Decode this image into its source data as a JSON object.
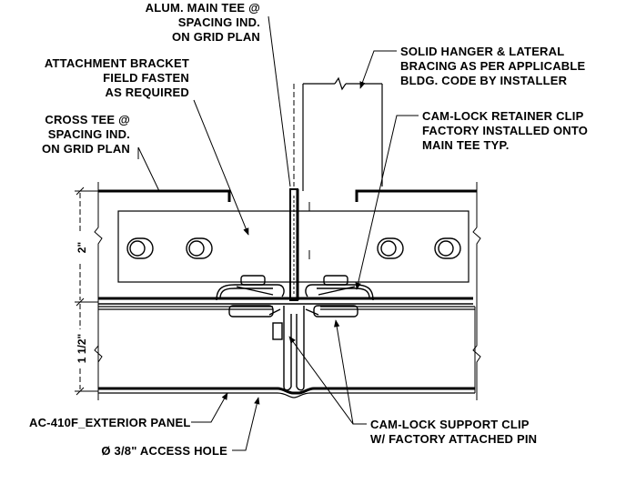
{
  "labels": {
    "main_tee": [
      "ALUM. MAIN TEE @",
      "SPACING IND.",
      "ON GRID PLAN"
    ],
    "attachment_bracket": [
      "ATTACHMENT BRACKET",
      "FIELD FASTEN",
      "AS REQUIRED"
    ],
    "cross_tee": [
      "CROSS TEE @",
      "SPACING IND.",
      "ON GRID PLAN"
    ],
    "solid_hanger": [
      "SOLID HANGER & LATERAL",
      "BRACING AS PER APPLICABLE",
      "BLDG. CODE BY INSTALLER"
    ],
    "cam_lock_retainer": [
      "CAM-LOCK RETAINER CLIP",
      "FACTORY INSTALLED ONTO",
      "MAIN TEE TYP."
    ],
    "exterior_panel": "AC-410F_EXTERIOR PANEL",
    "access_hole": "Ø 3/8\" ACCESS HOLE",
    "cam_lock_support": [
      "CAM-LOCK SUPPORT CLIP",
      "W/ FACTORY ATTACHED PIN"
    ]
  },
  "dimensions": {
    "upper": "2\"",
    "lower": "1 1/2\""
  }
}
